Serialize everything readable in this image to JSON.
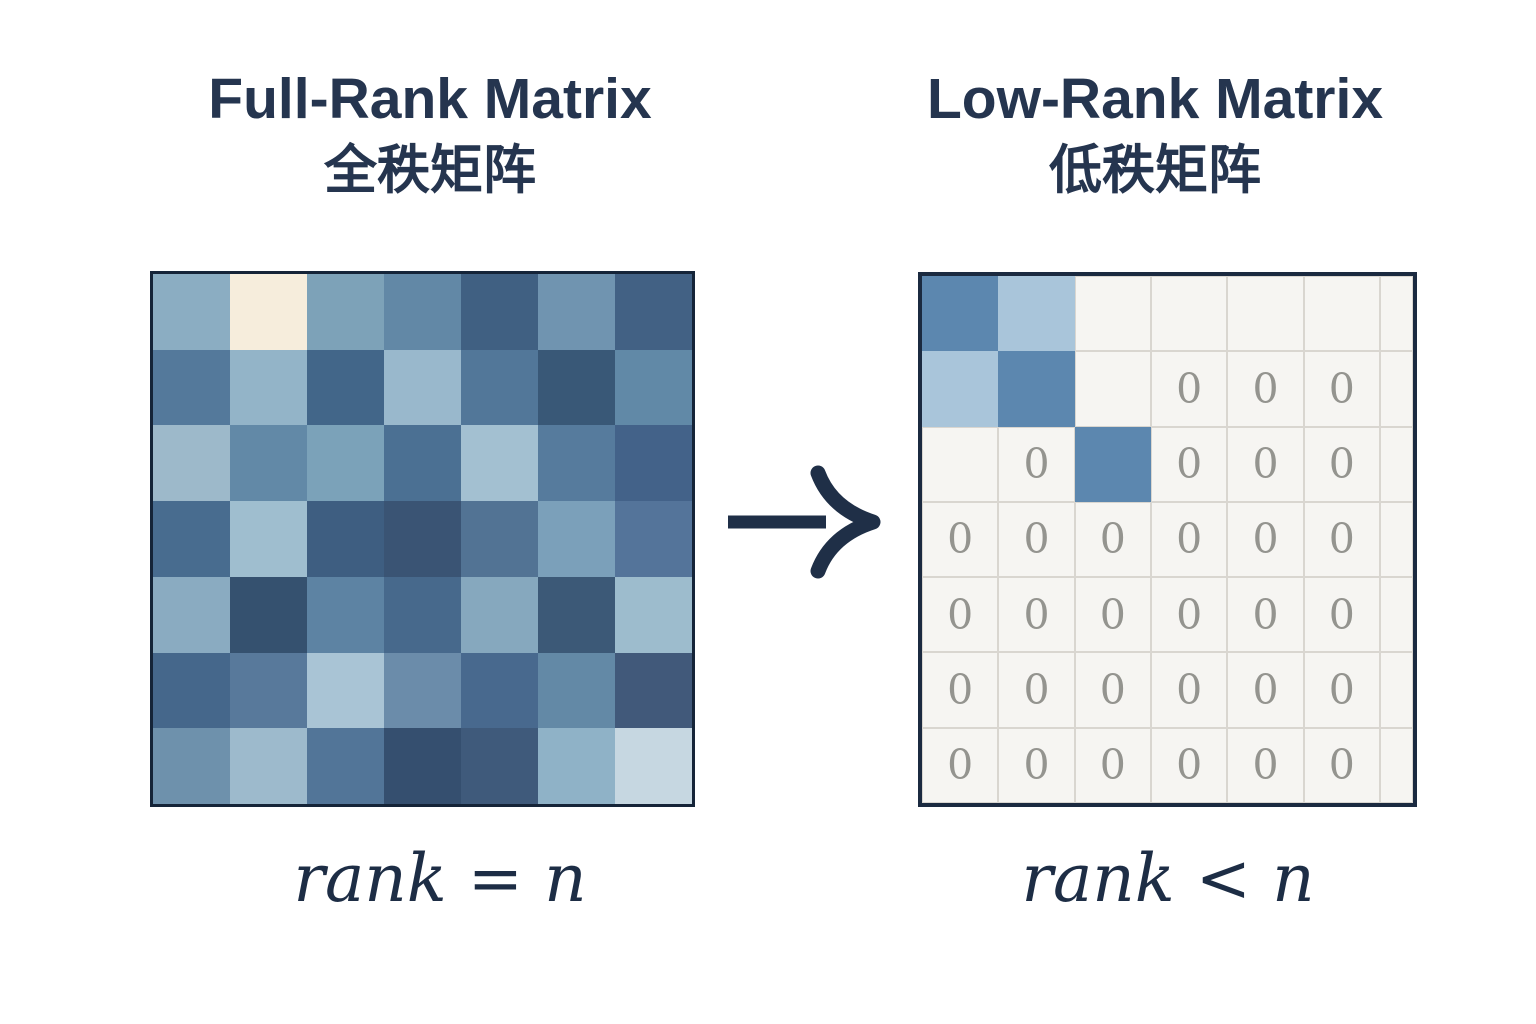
{
  "left": {
    "title": "Full-Rank Matrix",
    "subtitle": "全秩矩阵",
    "formula": "rank = n"
  },
  "right": {
    "title": "Low-Rank Matrix",
    "subtitle": "低秩矩阵",
    "formula": "rank < n"
  },
  "zero_label": "0",
  "colors": {
    "title_text": "#25354f",
    "formula_text": "#1d2d45",
    "arrow": "#1f2f47",
    "left_matrix_border": "#152438",
    "right_matrix_border": "#1b2a40",
    "empty_cell_bg": "#f6f5f2",
    "grid_line": "#d9d6d0",
    "zero_text": "#94948f",
    "medium_blue": "#5c87af",
    "light_blue": "#a9c5da"
  },
  "left_matrix": {
    "rows": 7,
    "cols": 7,
    "cell_colors": [
      [
        "#8badc2",
        "#f6eddc",
        "#7da2b8",
        "#6288a6",
        "#406082",
        "#7094b0",
        "#426184"
      ],
      [
        "#54799b",
        "#93b4c8",
        "#426689",
        "#99b8cc",
        "#527799",
        "#395877",
        "#6189a7"
      ],
      [
        "#9db9ca",
        "#6289a7",
        "#7ba2b9",
        "#4b7093",
        "#a3c0d1",
        "#567b9d",
        "#436289"
      ],
      [
        "#486c8f",
        "#9fbecf",
        "#3e5e81",
        "#3a5474",
        "#527394",
        "#7ba0ba",
        "#54749a"
      ],
      [
        "#8aabc1",
        "#35516f",
        "#5d83a3",
        "#47698c",
        "#86a8be",
        "#3c5977",
        "#9dbccd"
      ],
      [
        "#45678b",
        "#58799b",
        "#a9c4d5",
        "#6b8caa",
        "#48698e",
        "#6389a6",
        "#41597a"
      ],
      [
        "#6e91ac",
        "#9dbacc",
        "#527598",
        "#354f6f",
        "#3f5a7b",
        "#8fb2c7",
        "#c6d7e1"
      ]
    ]
  },
  "right_matrix": {
    "rows": 7,
    "cols": 7,
    "cells": [
      [
        "M",
        "L",
        "",
        "",
        "",
        "",
        ""
      ],
      [
        "L",
        "M",
        "",
        "0",
        "0",
        "0",
        ""
      ],
      [
        "",
        "0",
        "M",
        "0",
        "0",
        "0",
        ""
      ],
      [
        "0",
        "0",
        "0",
        "0",
        "0",
        "0",
        ""
      ],
      [
        "0",
        "0",
        "0",
        "0",
        "0",
        "0",
        ""
      ],
      [
        "0",
        "0",
        "0",
        "0",
        "0",
        "0",
        ""
      ],
      [
        "0",
        "0",
        "0",
        "0",
        "0",
        "0",
        ""
      ]
    ]
  }
}
